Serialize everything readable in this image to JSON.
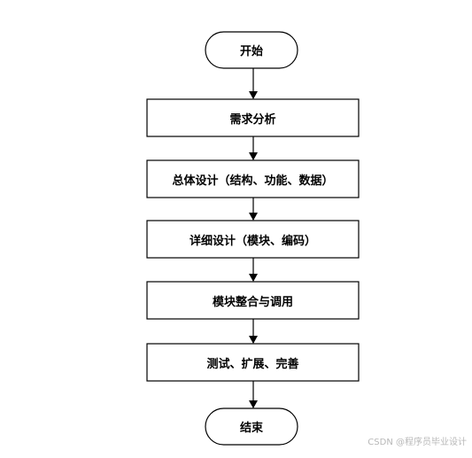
{
  "diagram": {
    "type": "flowchart",
    "start": "开始",
    "steps": [
      "需求分析",
      "总体设计（结构、功能、数据）",
      "详细设计（模块、编码）",
      "模块整合与调用",
      "测试、扩展、完善"
    ],
    "end": "结束"
  },
  "watermark": "CSDN @程序员毕业设计",
  "colors": {
    "stroke": "#000000",
    "fill": "#ffffff",
    "text": "#000000"
  }
}
